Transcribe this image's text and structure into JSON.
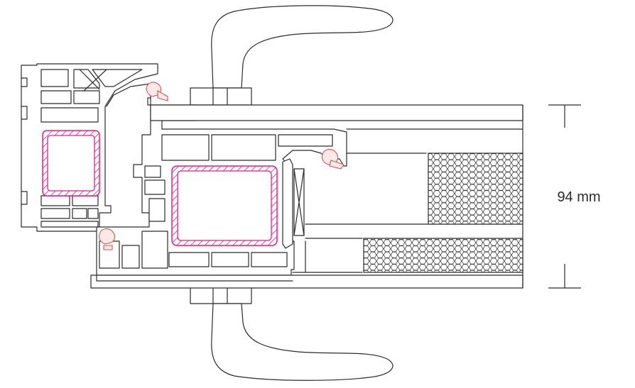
{
  "diagram": {
    "dimension_label": "94 mm",
    "colors": {
      "outline": "#2b2b2b",
      "steel_reinforcement": "#e0208a",
      "gasket": "#c45a5a",
      "background": "#ffffff"
    },
    "parts": [
      "door-handle-top",
      "door-handle-bottom",
      "frame-profile",
      "sash-profile",
      "steel-reinforcement-frame",
      "steel-reinforcement-sash",
      "gaskets",
      "door-panel",
      "insulation-core",
      "dimension-marker"
    ]
  }
}
